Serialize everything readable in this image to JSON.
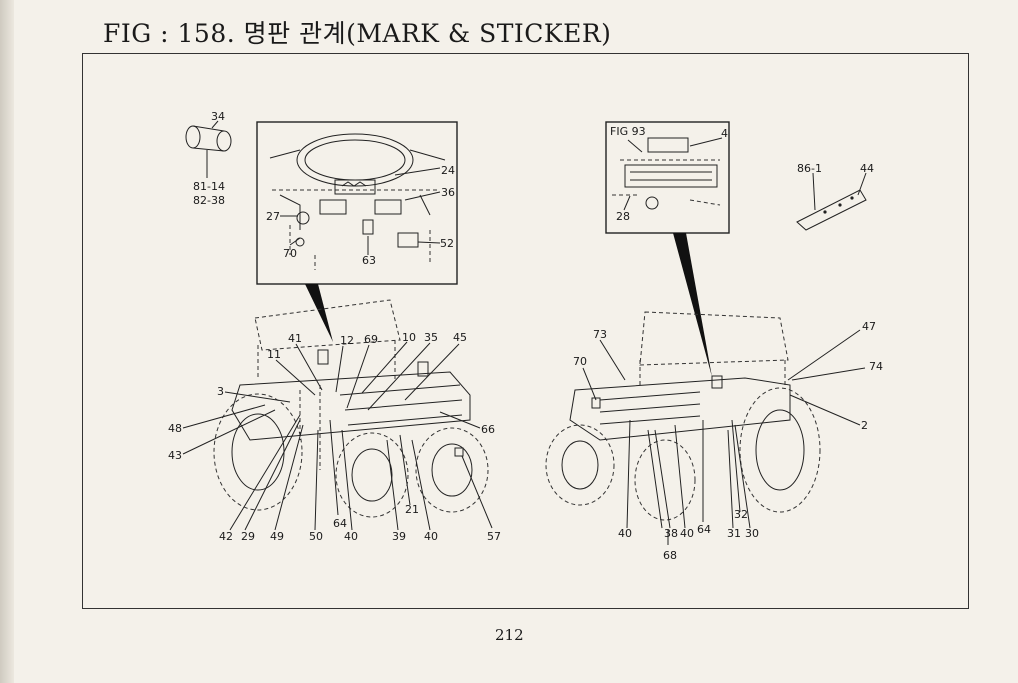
{
  "header": {
    "title": "FIG : 158. 명판 관계(MARK & STICKER)"
  },
  "footer": {
    "page_number": "212"
  },
  "callouts": {
    "c34": "34",
    "c81_14": "81-14",
    "c82_38": "82-38",
    "c24": "24",
    "c36": "36",
    "c27": "27",
    "c70a": "70",
    "c63": "63",
    "c52": "52",
    "fig93": "FIG 93",
    "c4": "4",
    "c28": "28",
    "c86_1": "86-1",
    "c44": "44",
    "c41": "41",
    "c12": "12",
    "c69": "69",
    "c10": "10",
    "c35": "35",
    "c45": "45",
    "c11": "11",
    "c3": "3",
    "c48": "48",
    "c43": "43",
    "c66": "66",
    "c21": "21",
    "c42": "42",
    "c29": "29",
    "c49": "49",
    "c50": "50",
    "c64a": "64",
    "c40a": "40",
    "c39": "39",
    "c40b": "40",
    "c57": "57",
    "c73": "73",
    "c70b": "70",
    "c47": "47",
    "c74": "74",
    "c2": "2",
    "c40c": "40",
    "c38": "38",
    "c40d": "40",
    "c64b": "64",
    "c31": "31",
    "c30": "30",
    "c32": "32",
    "c68": "68"
  }
}
